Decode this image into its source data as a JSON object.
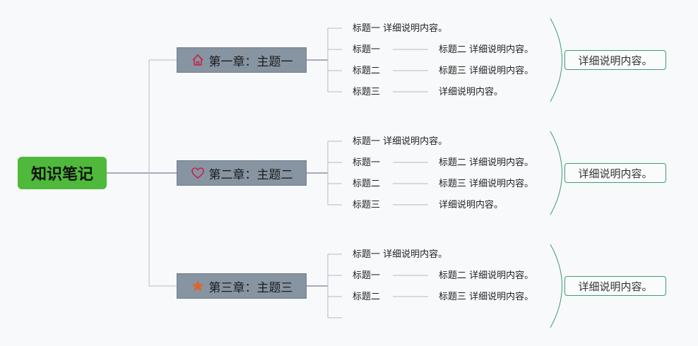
{
  "root": {
    "label": "知识笔记"
  },
  "chapters": [
    {
      "title": "第一章：主题一",
      "icon": "home-icon",
      "icon_color": "#c0254a",
      "items": [
        {
          "left": "标题一 详细说明内容。",
          "right": ""
        },
        {
          "left": "标题一",
          "right": "标题二 详细说明内容。"
        },
        {
          "left": "标题二",
          "right": "标题三 详细说明内容。"
        },
        {
          "left": "标题三",
          "right": "详细说明内容。"
        }
      ],
      "summary": "详细说明内容。"
    },
    {
      "title": "第二章：主题二",
      "icon": "heart-icon",
      "icon_color": "#c0254a",
      "items": [
        {
          "left": "标题一 详细说明内容。",
          "right": ""
        },
        {
          "left": "标题一",
          "right": "标题二 详细说明内容。"
        },
        {
          "left": "标题二",
          "right": "标题三 详细说明内容。"
        },
        {
          "left": "标题三",
          "right": "详细说明内容。"
        }
      ],
      "summary": "详细说明内容。"
    },
    {
      "title": "第三章：主题三",
      "icon": "star-icon",
      "icon_color": "#e0632a",
      "items": [
        {
          "left": "标题一 详细说明内容。",
          "right": ""
        },
        {
          "left": "标题一",
          "right": "标题二 详细说明内容。"
        },
        {
          "left": "标题二",
          "right": "标题三 详细说明内容。"
        },
        {
          "left": "",
          "right": ""
        }
      ],
      "summary": "详细说明内容。"
    }
  ],
  "colors": {
    "root_bg": "#4eb93a",
    "chapter_bg": "#8794a2",
    "line": "#9aa3ad",
    "brace": "#3f9a7a"
  }
}
